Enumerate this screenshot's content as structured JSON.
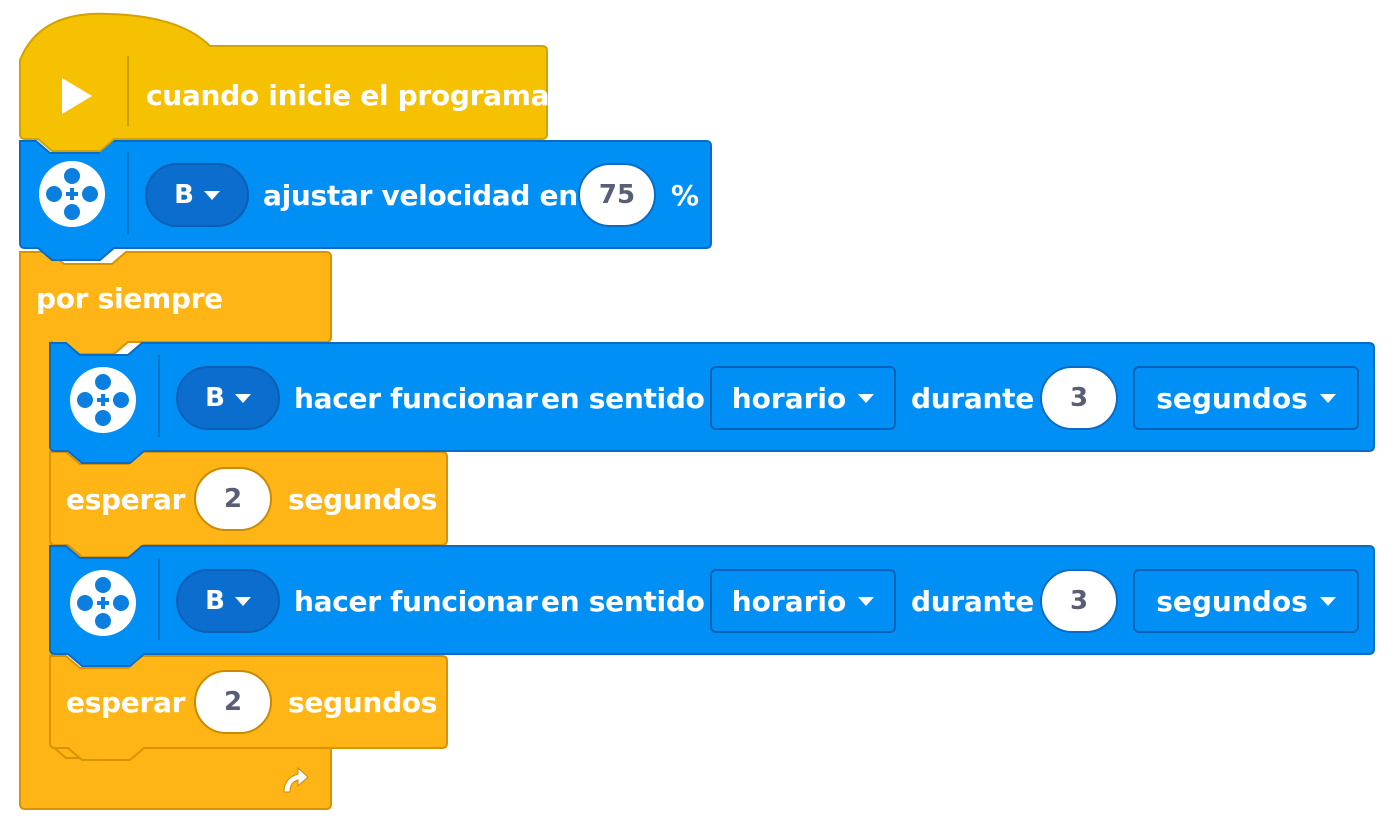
{
  "colors": {
    "event": "#f5c100",
    "motor": "#0090f5",
    "control": "#ffb515",
    "pill": "#0b6ecf",
    "field_text": "#575e75"
  },
  "hat_block": {
    "icon": "play-icon",
    "label": "cuando inicie el programa"
  },
  "speed_block": {
    "icon": "motor-icon",
    "port": "B",
    "label": "ajustar velocidad en",
    "value": "75",
    "unit": "%"
  },
  "forever_block": {
    "label": "por siempre",
    "loop_icon": "loop-arrow-icon"
  },
  "inner_blocks": [
    {
      "type": "motor-run",
      "icon": "motor-icon",
      "port": "B",
      "label": "hacer funcionar",
      "label2": "en sentido",
      "direction": "horario",
      "label3": "durante",
      "value": "3",
      "unit": "segundos"
    },
    {
      "type": "wait",
      "label": "esperar",
      "value": "2",
      "unit": "segundos"
    },
    {
      "type": "motor-run",
      "icon": "motor-icon",
      "port": "B",
      "label": "hacer funcionar",
      "label2": "en sentido",
      "direction": "horario",
      "label3": "durante",
      "value": "3",
      "unit": "segundos"
    },
    {
      "type": "wait",
      "label": "esperar",
      "value": "2",
      "unit": "segundos"
    }
  ]
}
